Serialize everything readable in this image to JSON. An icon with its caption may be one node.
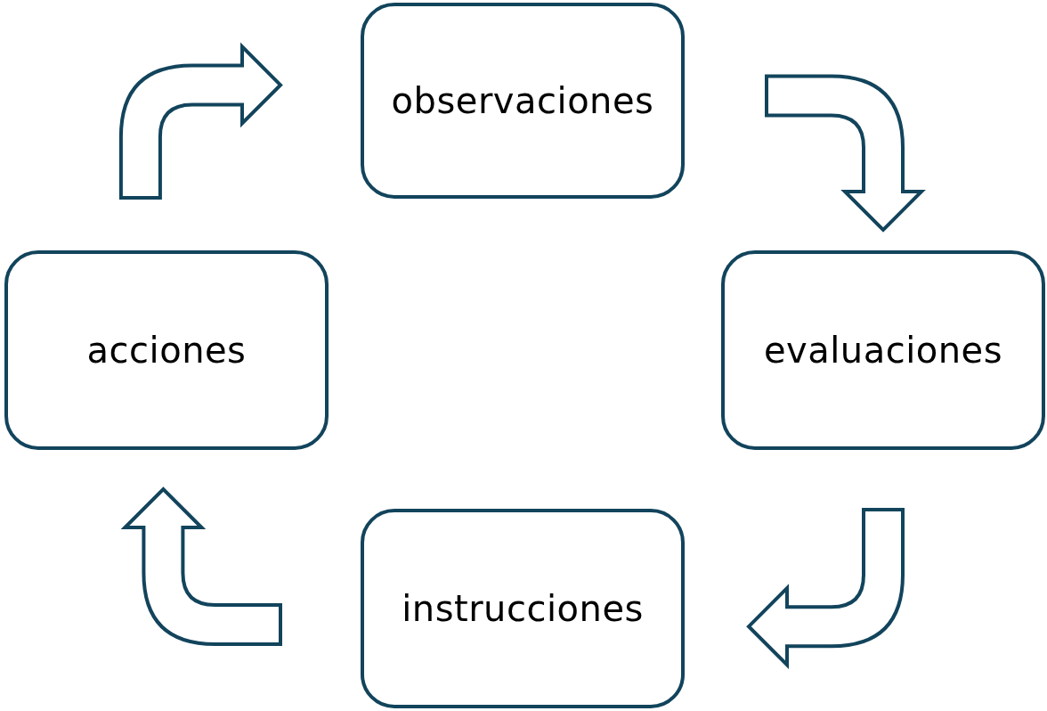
{
  "diagram": {
    "nodes": [
      {
        "text": [
          "observaciones"
        ]
      },
      {
        "text": [
          "evaluaciones"
        ]
      },
      {
        "text": [
          "instrucciones"
        ]
      },
      {
        "text": [
          "acciones"
        ]
      }
    ],
    "edges": [
      {
        "from": 3,
        "to": 0,
        "arrow": "to"
      },
      {
        "from": 0,
        "to": 1,
        "arrow": "to"
      },
      {
        "from": 1,
        "to": 2,
        "arrow": "to"
      },
      {
        "from": 2,
        "to": 3,
        "arrow": "to"
      }
    ]
  }
}
